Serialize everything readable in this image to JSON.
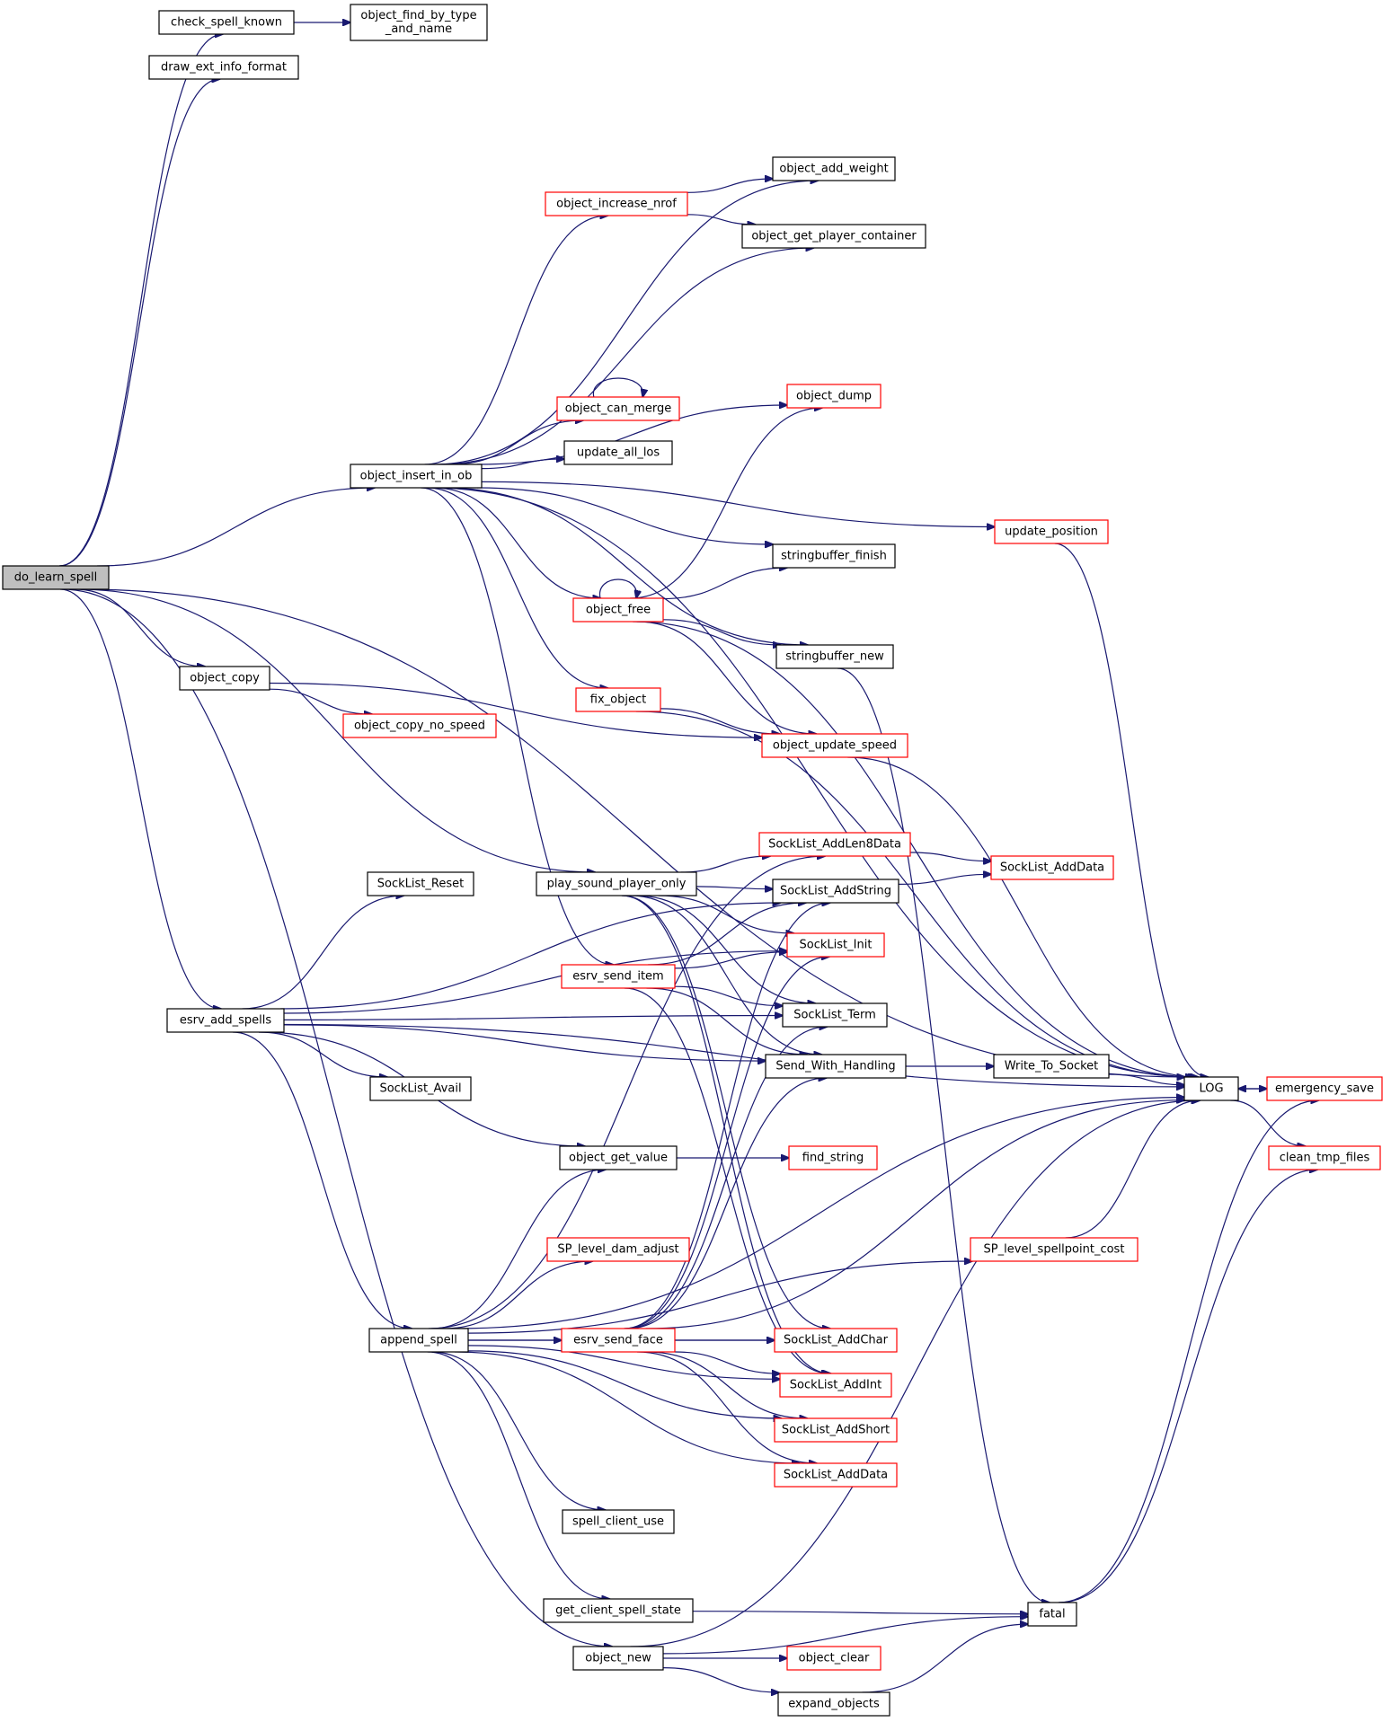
{
  "colors": {
    "edge": "#191970",
    "normal_border": "#000000",
    "truncated_border": "#ff0000",
    "root_fill": "#bfbfbf",
    "node_fill": "#ffffff"
  },
  "nodes": [
    {
      "id": "do_learn_spell",
      "label": "do_learn_spell",
      "kind": "root"
    },
    {
      "id": "check_spell_known",
      "label": "check_spell_known",
      "kind": "normal"
    },
    {
      "id": "object_find_by_type_and_name",
      "label": "object_find_by_type\n_and_name",
      "kind": "normal"
    },
    {
      "id": "draw_ext_info_format",
      "label": "draw_ext_info_format",
      "kind": "normal"
    },
    {
      "id": "object_insert_in_ob",
      "label": "object_insert_in_ob",
      "kind": "normal"
    },
    {
      "id": "object_add_weight",
      "label": "object_add_weight",
      "kind": "normal"
    },
    {
      "id": "object_increase_nrof",
      "label": "object_increase_nrof",
      "kind": "truncated"
    },
    {
      "id": "object_get_player_container",
      "label": "object_get_player_container",
      "kind": "normal"
    },
    {
      "id": "object_dump",
      "label": "object_dump",
      "kind": "truncated"
    },
    {
      "id": "object_can_merge",
      "label": "object_can_merge",
      "kind": "truncated"
    },
    {
      "id": "update_all_los",
      "label": "update_all_los",
      "kind": "normal"
    },
    {
      "id": "update_position",
      "label": "update_position",
      "kind": "truncated"
    },
    {
      "id": "stringbuffer_finish",
      "label": "stringbuffer_finish",
      "kind": "normal"
    },
    {
      "id": "object_free",
      "label": "object_free",
      "kind": "truncated"
    },
    {
      "id": "stringbuffer_new",
      "label": "stringbuffer_new",
      "kind": "normal"
    },
    {
      "id": "fix_object",
      "label": "fix_object",
      "kind": "truncated"
    },
    {
      "id": "object_update_speed",
      "label": "object_update_speed",
      "kind": "truncated"
    },
    {
      "id": "object_copy",
      "label": "object_copy",
      "kind": "normal"
    },
    {
      "id": "object_copy_no_speed",
      "label": "object_copy_no_speed",
      "kind": "truncated"
    },
    {
      "id": "SockList_AddLen8Data",
      "label": "SockList_AddLen8Data",
      "kind": "truncated"
    },
    {
      "id": "SockList_AddData1",
      "label": "SockList_AddData",
      "kind": "truncated"
    },
    {
      "id": "SockList_Reset",
      "label": "SockList_Reset",
      "kind": "normal"
    },
    {
      "id": "play_sound_player_only",
      "label": "play_sound_player_only",
      "kind": "normal"
    },
    {
      "id": "SockList_AddString",
      "label": "SockList_AddString",
      "kind": "normal"
    },
    {
      "id": "SockList_Init",
      "label": "SockList_Init",
      "kind": "truncated"
    },
    {
      "id": "esrv_send_item",
      "label": "esrv_send_item",
      "kind": "truncated"
    },
    {
      "id": "esrv_add_spells",
      "label": "esrv_add_spells",
      "kind": "normal"
    },
    {
      "id": "SockList_Term",
      "label": "SockList_Term",
      "kind": "normal"
    },
    {
      "id": "Send_With_Handling",
      "label": "Send_With_Handling",
      "kind": "normal"
    },
    {
      "id": "Write_To_Socket",
      "label": "Write_To_Socket",
      "kind": "normal"
    },
    {
      "id": "LOG",
      "label": "LOG",
      "kind": "normal"
    },
    {
      "id": "emergency_save",
      "label": "emergency_save",
      "kind": "truncated"
    },
    {
      "id": "SockList_Avail",
      "label": "SockList_Avail",
      "kind": "normal"
    },
    {
      "id": "clean_tmp_files",
      "label": "clean_tmp_files",
      "kind": "truncated"
    },
    {
      "id": "object_get_value",
      "label": "object_get_value",
      "kind": "normal"
    },
    {
      "id": "find_string",
      "label": "find_string",
      "kind": "truncated"
    },
    {
      "id": "SP_level_dam_adjust",
      "label": "SP_level_dam_adjust",
      "kind": "truncated"
    },
    {
      "id": "SP_level_spellpoint_cost",
      "label": "SP_level_spellpoint_cost",
      "kind": "truncated"
    },
    {
      "id": "append_spell",
      "label": "append_spell",
      "kind": "normal"
    },
    {
      "id": "esrv_send_face",
      "label": "esrv_send_face",
      "kind": "truncated"
    },
    {
      "id": "SockList_AddChar",
      "label": "SockList_AddChar",
      "kind": "truncated"
    },
    {
      "id": "SockList_AddInt",
      "label": "SockList_AddInt",
      "kind": "truncated"
    },
    {
      "id": "SockList_AddShort",
      "label": "SockList_AddShort",
      "kind": "truncated"
    },
    {
      "id": "SockList_AddData2",
      "label": "SockList_AddData",
      "kind": "truncated"
    },
    {
      "id": "spell_client_use",
      "label": "spell_client_use",
      "kind": "normal"
    },
    {
      "id": "get_client_spell_state",
      "label": "get_client_spell_state",
      "kind": "normal"
    },
    {
      "id": "fatal",
      "label": "fatal",
      "kind": "normal"
    },
    {
      "id": "object_new",
      "label": "object_new",
      "kind": "normal"
    },
    {
      "id": "object_clear",
      "label": "object_clear",
      "kind": "truncated"
    },
    {
      "id": "expand_objects",
      "label": "expand_objects",
      "kind": "normal"
    }
  ],
  "edges": [
    [
      "do_learn_spell",
      "check_spell_known"
    ],
    [
      "check_spell_known",
      "object_find_by_type_and_name"
    ],
    [
      "do_learn_spell",
      "draw_ext_info_format"
    ],
    [
      "do_learn_spell",
      "LOG"
    ],
    [
      "do_learn_spell",
      "object_insert_in_ob"
    ],
    [
      "do_learn_spell",
      "object_copy"
    ],
    [
      "do_learn_spell",
      "play_sound_player_only"
    ],
    [
      "do_learn_spell",
      "esrv_add_spells"
    ],
    [
      "do_learn_spell",
      "object_new"
    ],
    [
      "object_insert_in_ob",
      "object_add_weight"
    ],
    [
      "object_insert_in_ob",
      "object_increase_nrof"
    ],
    [
      "object_insert_in_ob",
      "object_get_player_container"
    ],
    [
      "object_insert_in_ob",
      "LOG"
    ],
    [
      "object_insert_in_ob",
      "object_dump"
    ],
    [
      "object_insert_in_ob",
      "object_can_merge"
    ],
    [
      "object_insert_in_ob",
      "update_all_los"
    ],
    [
      "object_insert_in_ob",
      "update_position"
    ],
    [
      "object_insert_in_ob",
      "stringbuffer_finish"
    ],
    [
      "object_insert_in_ob",
      "object_free"
    ],
    [
      "object_insert_in_ob",
      "stringbuffer_new"
    ],
    [
      "object_insert_in_ob",
      "fix_object"
    ],
    [
      "object_insert_in_ob",
      "esrv_send_item"
    ],
    [
      "object_increase_nrof",
      "object_add_weight"
    ],
    [
      "object_increase_nrof",
      "object_get_player_container"
    ],
    [
      "object_can_merge",
      "object_can_merge"
    ],
    [
      "object_free",
      "object_free"
    ],
    [
      "object_free",
      "object_dump"
    ],
    [
      "object_free",
      "stringbuffer_finish"
    ],
    [
      "object_free",
      "stringbuffer_new"
    ],
    [
      "object_free",
      "LOG"
    ],
    [
      "object_free",
      "object_update_speed"
    ],
    [
      "fix_object",
      "LOG"
    ],
    [
      "fix_object",
      "object_update_speed"
    ],
    [
      "stringbuffer_new",
      "fatal"
    ],
    [
      "update_position",
      "LOG"
    ],
    [
      "object_update_speed",
      "LOG"
    ],
    [
      "object_copy",
      "object_copy_no_speed"
    ],
    [
      "object_copy",
      "object_update_speed"
    ],
    [
      "play_sound_player_only",
      "SockList_AddLen8Data"
    ],
    [
      "play_sound_player_only",
      "SockList_AddString"
    ],
    [
      "play_sound_player_only",
      "SockList_Init"
    ],
    [
      "play_sound_player_only",
      "SockList_Term"
    ],
    [
      "play_sound_player_only",
      "Send_With_Handling"
    ],
    [
      "play_sound_player_only",
      "SockList_AddChar"
    ],
    [
      "play_sound_player_only",
      "SockList_AddInt"
    ],
    [
      "SockList_AddLen8Data",
      "SockList_AddData1"
    ],
    [
      "SockList_AddString",
      "SockList_AddData1"
    ],
    [
      "esrv_send_item",
      "SockList_AddString"
    ],
    [
      "esrv_send_item",
      "SockList_Init"
    ],
    [
      "esrv_send_item",
      "SockList_Term"
    ],
    [
      "esrv_send_item",
      "Send_With_Handling"
    ],
    [
      "esrv_send_item",
      "SockList_AddInt"
    ],
    [
      "esrv_add_spells",
      "SockList_AddString"
    ],
    [
      "esrv_add_spells",
      "SockList_Reset"
    ],
    [
      "esrv_add_spells",
      "SockList_Init"
    ],
    [
      "esrv_add_spells",
      "SockList_Term"
    ],
    [
      "esrv_add_spells",
      "Send_With_Handling"
    ],
    [
      "esrv_add_spells",
      "SockList_Avail"
    ],
    [
      "esrv_add_spells",
      "LOG"
    ],
    [
      "esrv_add_spells",
      "object_get_value"
    ],
    [
      "esrv_add_spells",
      "append_spell"
    ],
    [
      "Send_With_Handling",
      "Write_To_Socket"
    ],
    [
      "Write_To_Socket",
      "LOG"
    ],
    [
      "LOG",
      "emergency_save"
    ],
    [
      "emergency_save",
      "LOG"
    ],
    [
      "LOG",
      "clean_tmp_files"
    ],
    [
      "object_get_value",
      "find_string"
    ],
    [
      "SP_level_spellpoint_cost",
      "LOG"
    ],
    [
      "append_spell",
      "SockList_AddLen8Data"
    ],
    [
      "append_spell",
      "LOG"
    ],
    [
      "append_spell",
      "object_get_value"
    ],
    [
      "append_spell",
      "SP_level_dam_adjust"
    ],
    [
      "append_spell",
      "SP_level_spellpoint_cost"
    ],
    [
      "append_spell",
      "esrv_send_face"
    ],
    [
      "append_spell",
      "SockList_AddChar"
    ],
    [
      "append_spell",
      "SockList_AddInt"
    ],
    [
      "append_spell",
      "SockList_AddShort"
    ],
    [
      "append_spell",
      "SockList_AddData2"
    ],
    [
      "append_spell",
      "spell_client_use"
    ],
    [
      "append_spell",
      "get_client_spell_state"
    ],
    [
      "esrv_send_face",
      "SockList_AddString"
    ],
    [
      "esrv_send_face",
      "SockList_Init"
    ],
    [
      "esrv_send_face",
      "SockList_Term"
    ],
    [
      "esrv_send_face",
      "Send_With_Handling"
    ],
    [
      "esrv_send_face",
      "LOG"
    ],
    [
      "esrv_send_face",
      "SockList_AddChar"
    ],
    [
      "esrv_send_face",
      "SockList_AddInt"
    ],
    [
      "esrv_send_face",
      "SockList_AddShort"
    ],
    [
      "esrv_send_face",
      "SockList_AddData2"
    ],
    [
      "get_client_spell_state",
      "fatal"
    ],
    [
      "fatal",
      "emergency_save"
    ],
    [
      "fatal",
      "clean_tmp_files"
    ],
    [
      "object_new",
      "LOG"
    ],
    [
      "object_new",
      "fatal"
    ],
    [
      "object_new",
      "object_clear"
    ],
    [
      "object_new",
      "expand_objects"
    ],
    [
      "expand_objects",
      "fatal"
    ]
  ]
}
